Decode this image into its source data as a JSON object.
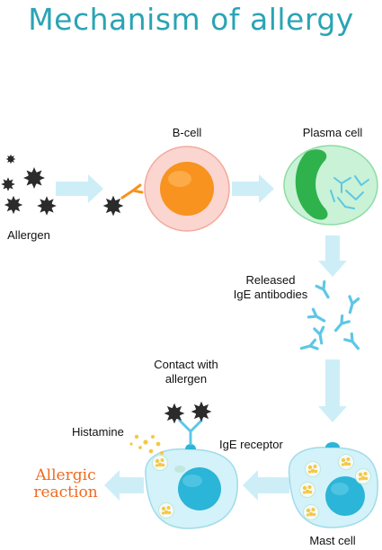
{
  "title": "Mechanism of allergy",
  "labels": {
    "allergen": "Allergen",
    "b_cell": "B-cell",
    "plasma_cell": "Plasma cell",
    "released_line1": "Released",
    "released_line2": "IgE antibodies",
    "contact_line1": "Contact with",
    "contact_line2": "allergen",
    "histamine": "Histamine",
    "ige_receptor": "IgE receptor",
    "allergic_line1": "Allergic",
    "allergic_line2": "reaction",
    "mast_cell": "Mast cell"
  },
  "colors": {
    "title": "#2aa4b4",
    "allergic_reaction": "#f06a1e",
    "arrow": "#cdeef7",
    "allergen": "#2b2b2b",
    "b_cell_outer": "#fbd5cf",
    "b_cell_nucleus": "#f7931e",
    "plasma_cell": "#c9f2d6",
    "plasma_nucleus": "#2fb24c",
    "antibody": "#5ec7e6",
    "mast_cell": "#d4f2f9",
    "mast_nucleus": "#2bb5d8",
    "granule": "#f7c744"
  }
}
